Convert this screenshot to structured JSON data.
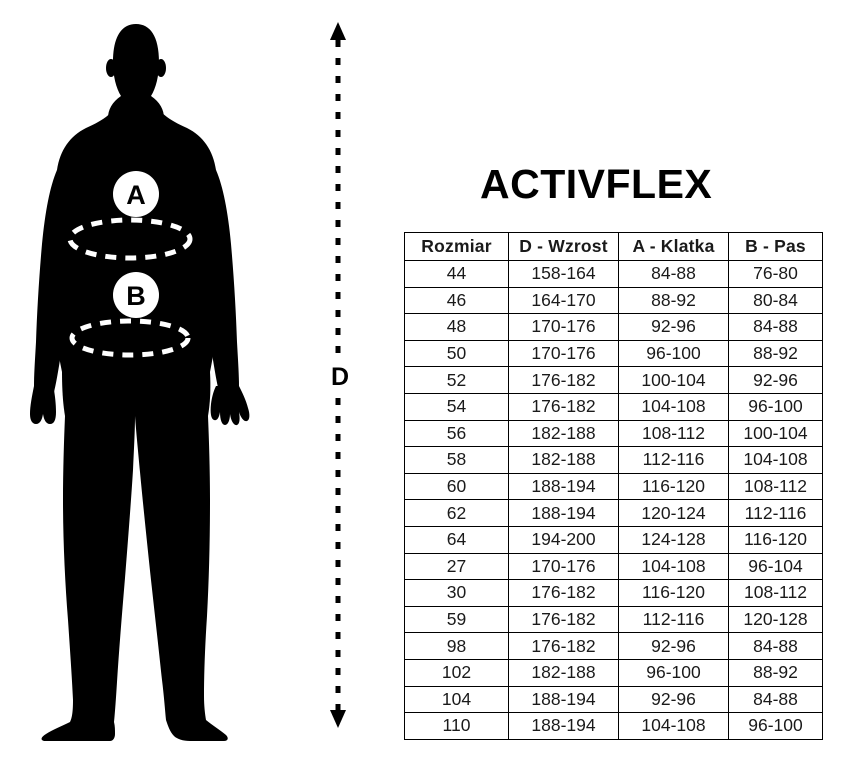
{
  "brand": {
    "title": "ACTIVFLEX"
  },
  "figure": {
    "marker_chest": "A",
    "marker_waist": "B",
    "silhouette_color": "#000000",
    "marker_circle_color": "#ffffff",
    "measure_line_color": "#ffffff"
  },
  "height_dimension": {
    "label": "D",
    "arrow_color": "#000000"
  },
  "table": {
    "headers": [
      "Rozmiar",
      "D - Wzrost",
      "A - Klatka",
      "B - Pas"
    ],
    "rows": [
      [
        "44",
        "158-164",
        "84-88",
        "76-80"
      ],
      [
        "46",
        "164-170",
        "88-92",
        "80-84"
      ],
      [
        "48",
        "170-176",
        "92-96",
        "84-88"
      ],
      [
        "50",
        "170-176",
        "96-100",
        "88-92"
      ],
      [
        "52",
        "176-182",
        "100-104",
        "92-96"
      ],
      [
        "54",
        "176-182",
        "104-108",
        "96-100"
      ],
      [
        "56",
        "182-188",
        "108-112",
        "100-104"
      ],
      [
        "58",
        "182-188",
        "112-116",
        "104-108"
      ],
      [
        "60",
        "188-194",
        "116-120",
        "108-112"
      ],
      [
        "62",
        "188-194",
        "120-124",
        "112-116"
      ],
      [
        "64",
        "194-200",
        "124-128",
        "116-120"
      ],
      [
        "27",
        "170-176",
        "104-108",
        "96-104"
      ],
      [
        "30",
        "176-182",
        "116-120",
        "108-112"
      ],
      [
        "59",
        "176-182",
        "112-116",
        "120-128"
      ],
      [
        "98",
        "176-182",
        "92-96",
        "84-88"
      ],
      [
        "102",
        "182-188",
        "96-100",
        "88-92"
      ],
      [
        "104",
        "188-194",
        "92-96",
        "84-88"
      ],
      [
        "110",
        "188-194",
        "104-108",
        "96-100"
      ]
    ]
  }
}
